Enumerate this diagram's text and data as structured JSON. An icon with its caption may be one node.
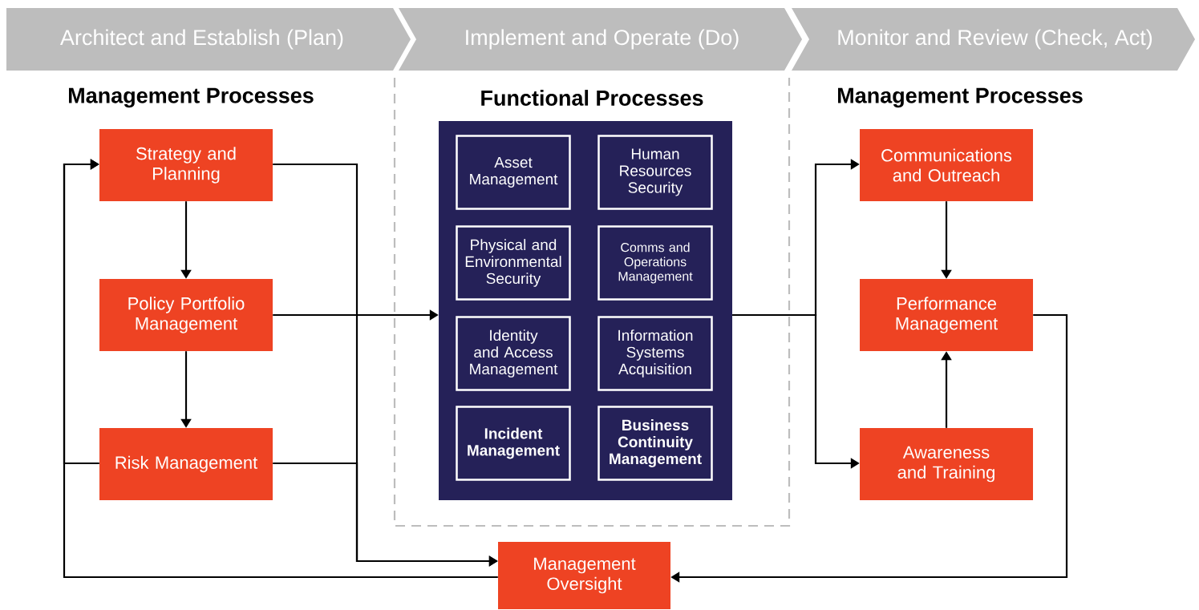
{
  "diagram": {
    "nodes": [
      {
        "text": [
          "Architect and Establish (Plan)"
        ]
      },
      {
        "text": [
          "Implement and Operate (Do)"
        ]
      },
      {
        "text": [
          "Monitor and Review (Check, Act)"
        ]
      },
      {
        "text": [
          "Strategy and Planning"
        ]
      },
      {
        "text": [
          "Policy Portfolio Management"
        ]
      },
      {
        "text": [
          "Risk Management"
        ]
      },
      {
        "text": [
          "Functional Processes"
        ]
      },
      {
        "text": [],
        "shape": "box",
        "in": 6
      },
      {
        "text": [
          "Asset Management"
        ],
        "in": 7
      },
      {
        "text": [
          "Human Resources Security"
        ],
        "in": 7
      },
      {
        "text": [
          "Physical and Environmental Security"
        ],
        "in": 7
      },
      {
        "text": [
          "Comms and Operations Management"
        ],
        "in": 7
      },
      {
        "text": [
          "Identity and Access Management"
        ],
        "in": 7
      },
      {
        "text": [
          "Information Systems Acquisition"
        ],
        "in": 7
      },
      {
        "text": [
          "Incident Management"
        ],
        "in": 7
      },
      {
        "text": [
          "Business Continuity Management"
        ],
        "in": 7
      },
      {
        "text": [
          "Communications and Outreach"
        ]
      },
      {
        "text": [
          "Performance Management"
        ]
      },
      {
        "text": [
          "Awareness and Training"
        ]
      },
      {
        "text": [
          "Management Oversight"
        ]
      }
    ],
    "edges": [
      {
        "from": 3,
        "to": 4,
        "arrow": "to"
      },
      {
        "from": 4,
        "to": 5,
        "arrow": "to"
      },
      {
        "from": 4,
        "to": 7,
        "arrow": "to"
      },
      {
        "from": 3,
        "to": 19,
        "arrow": "to"
      },
      {
        "from": 5,
        "to": 19,
        "arrow": "to"
      },
      {
        "from": 19,
        "to": 3,
        "arrow": "to"
      },
      {
        "from": 5,
        "to": 3,
        "arrow": "to"
      },
      {
        "from": 7,
        "to": 16,
        "arrow": "to"
      },
      {
        "from": 7,
        "to": 18,
        "arrow": "to"
      },
      {
        "from": 16,
        "to": 17,
        "arrow": "to"
      },
      {
        "from": 18,
        "to": 17,
        "arrow": "to"
      },
      {
        "from": 17,
        "to": 19,
        "arrow": "to"
      }
    ],
    "labels": [
      "Management Processes",
      "Management Processes"
    ]
  }
}
